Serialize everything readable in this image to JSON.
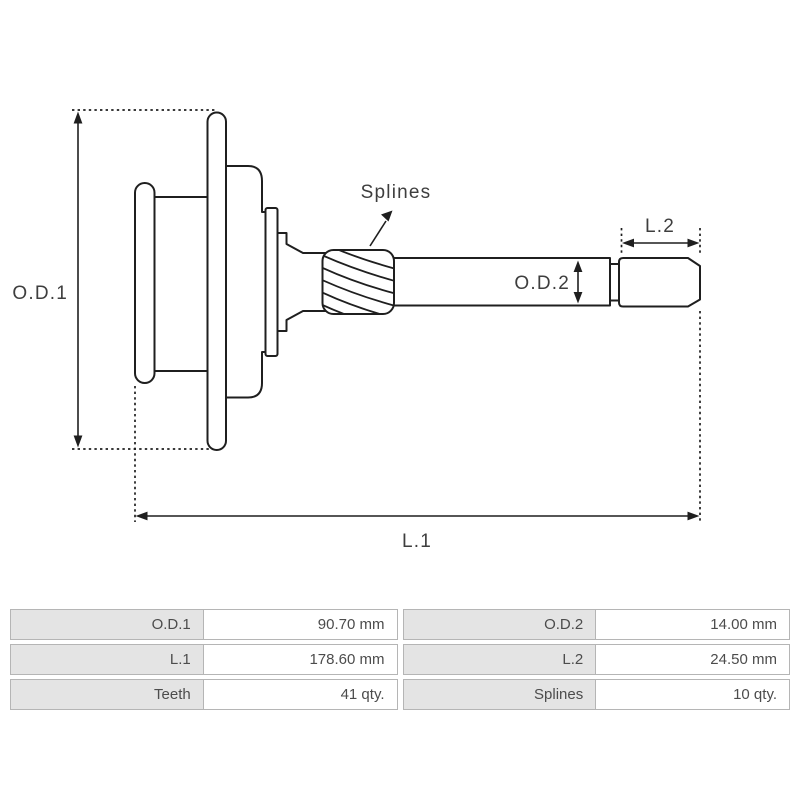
{
  "drawing": {
    "type": "starter-drive-technical-drawing",
    "labels": {
      "od1": "O.D.1",
      "od2": "O.D.2",
      "l1": "L.1",
      "l2": "L.2",
      "splines": "Splines"
    }
  },
  "colors": {
    "line": "#1f1f1f",
    "dimension_text": "#3e3e3e",
    "table_border": "#b5b5b5",
    "table_label_bg": "#e4e4e4",
    "table_text": "#4c4c4c",
    "page_bg": "#ffffff"
  },
  "table": {
    "rows": [
      {
        "cells": [
          {
            "label": "O.D.1",
            "value": "90.70 mm"
          },
          {
            "label": "O.D.2",
            "value": "14.00 mm"
          }
        ]
      },
      {
        "cells": [
          {
            "label": "L.1",
            "value": "178.60 mm"
          },
          {
            "label": "L.2",
            "value": "24.50 mm"
          }
        ]
      },
      {
        "cells": [
          {
            "label": "Teeth",
            "value": "41 qty."
          },
          {
            "label": "Splines",
            "value": "10 qty."
          }
        ]
      }
    ]
  }
}
